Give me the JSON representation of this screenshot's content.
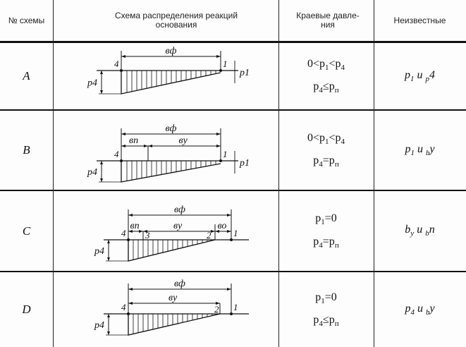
{
  "header": {
    "col_no": "№ схемы",
    "col_scheme": "Схема распределения реакций основания",
    "col_pressures": "Краевые давле- ния",
    "col_unknowns": "Неизвестные"
  },
  "rows": [
    {
      "id": "A",
      "cond1": [
        "0<p",
        "1",
        "<p",
        "4",
        ""
      ],
      "cond2": [
        "p",
        "4",
        "≤p",
        "п",
        ""
      ],
      "unknowns": [
        "p",
        "1",
        " и ",
        "p",
        "4"
      ],
      "labels": {
        "bf": "вф",
        "p4": "p4",
        "p1": "p1",
        "n4": "4",
        "n1": "1"
      }
    },
    {
      "id": "B",
      "cond1": [
        "0<p",
        "1",
        "<p",
        "4",
        ""
      ],
      "cond2": [
        "p",
        "4",
        "=p",
        "п",
        ""
      ],
      "unknowns": [
        "p",
        "1",
        " и ",
        "b",
        "y"
      ],
      "labels": {
        "bf": "вф",
        "bn": "вп",
        "bu": "ву",
        "p4": "p4",
        "p1": "p1",
        "n4": "4",
        "n1": "1"
      }
    },
    {
      "id": "C",
      "cond1": [
        "p",
        "1",
        "=0",
        "",
        ""
      ],
      "cond2": [
        "p",
        "4",
        "=p",
        "п",
        ""
      ],
      "unknowns": [
        "b",
        "y",
        " и ",
        "b",
        "п"
      ],
      "labels": {
        "bf": "вф",
        "bn": "вп",
        "bu": "ву",
        "bo": "во",
        "p4": "p4",
        "n4": "4",
        "n3": "3",
        "n2": "2",
        "n1": "1"
      }
    },
    {
      "id": "D",
      "cond1": [
        "p",
        "1",
        "=0",
        "",
        ""
      ],
      "cond2": [
        "p",
        "4",
        "≤p",
        "п",
        ""
      ],
      "unknowns": [
        "p",
        "4",
        " и ",
        "b",
        "y"
      ],
      "labels": {
        "bf": "вф",
        "bu": "ву",
        "p4": "p4",
        "n4": "4",
        "n2": "2",
        "n1": "1"
      }
    }
  ]
}
